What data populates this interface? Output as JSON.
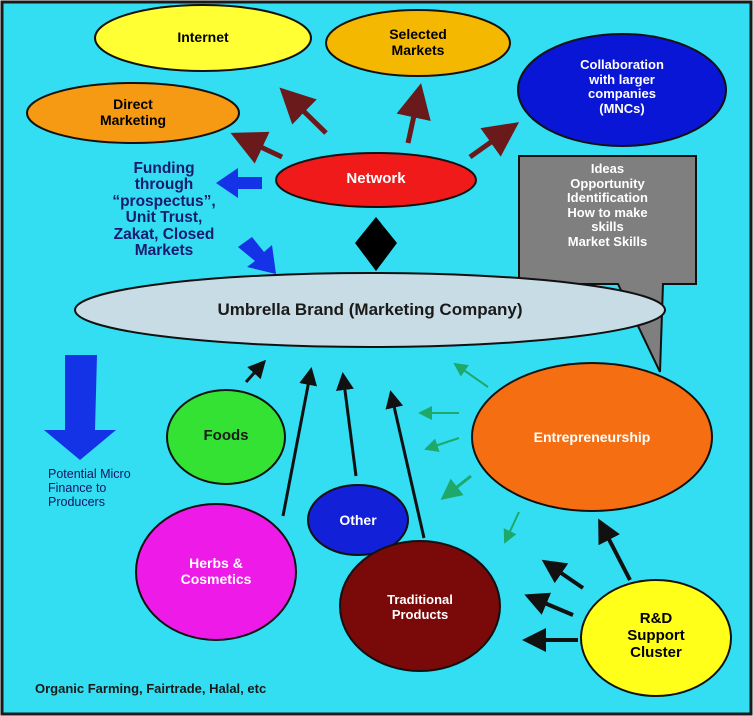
{
  "nodes": {
    "internet": "Internet",
    "selected_markets": "Selected\nMarkets",
    "collaboration": "Collaboration\nwith larger\ncompanies\n(MNCs)",
    "direct_marketing": "Direct\nMarketing",
    "network": "Network",
    "umbrella_brand": "Umbrella Brand (Marketing Company)",
    "foods": "Foods",
    "other": "Other",
    "herbs_cosmetics": "Herbs &\nCosmetics",
    "traditional_products": "Traditional\nProducts",
    "entrepreneurship": "Entrepreneurship",
    "rd_support": "R&D\nSupport\nCluster"
  },
  "callout": "Ideas\nOpportunity\nIdentification\nHow to make\nskills\nMarket Skills",
  "funding": "Funding\nthrough\n“prospectus”,\nUnit Trust,\nZakat, Closed\nMarkets",
  "micro_finance": "Potential Micro\nFinance to\nProducers",
  "footer": "Organic Farming, Fairtrade, Halal, etc",
  "colors": {
    "background": "#33ddf2",
    "internet": "#ffff33",
    "selected_markets": "#f5b800",
    "collaboration": "#0a16d6",
    "direct_marketing": "#f59a12",
    "network": "#f01a1a",
    "umbrella_brand": "#c8dce6",
    "foods": "#33e233",
    "other": "#1220d8",
    "herbs_cosmetics": "#ee1ae8",
    "traditional_products": "#7a0a0a",
    "entrepreneurship": "#f56f12",
    "rd_support": "#ffff1a",
    "callout": "#7f7f7f",
    "arrow_dark": "#6a1a1a",
    "arrow_black": "#111111",
    "arrow_blue": "#1433e6",
    "arrow_green": "#1ea86a"
  }
}
